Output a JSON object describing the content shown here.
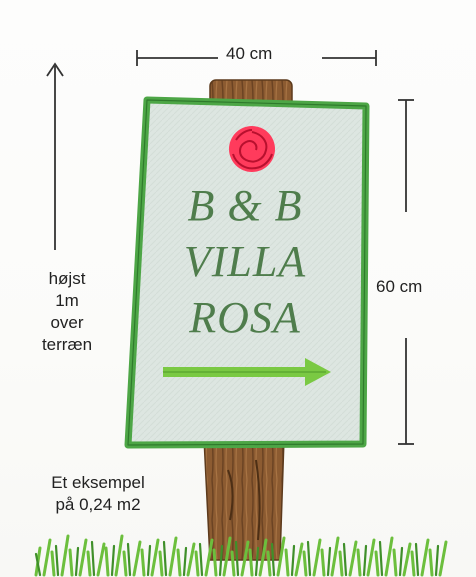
{
  "dimensions": {
    "width_label": "40 cm",
    "height_label": "60 cm",
    "max_height_lines": [
      "højst",
      "1m",
      "over",
      "terræn"
    ]
  },
  "sign": {
    "lines": [
      "B & B",
      "VILLA",
      "ROSA"
    ],
    "board_color": "#dde6e1",
    "border_color": "#4da646",
    "text_color": "#4f7d4c",
    "arrow_color": "#7ac943",
    "rose_color": "#ff3b5c",
    "post_color": "#8a5a2f"
  },
  "caption": {
    "lines": [
      "Et eksempel",
      "på 0,24 m2"
    ]
  }
}
